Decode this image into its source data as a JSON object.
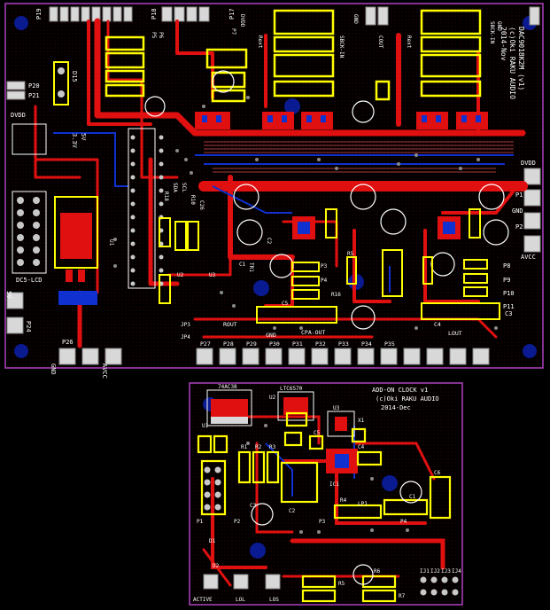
{
  "colors": {
    "background": "#000000",
    "outline": "#b040c0",
    "copper_top": "#e01010",
    "copper_bottom": "#1030d0",
    "silkscreen": "#ffff00",
    "silk_white": "#ffffff",
    "pad": "#c8c8c8",
    "via": "#8a8a8a",
    "hole": "#0a1a90"
  },
  "main_board": {
    "header_labels_top": [
      "P19",
      "P18",
      "P17"
    ],
    "left_labels": [
      "P20",
      "P21",
      "DVDD",
      "D15",
      "3.3V",
      "5V",
      "DC5-LCD",
      "5V",
      "P24",
      "P26",
      "GND",
      "AVCC"
    ],
    "title_lines": [
      "DAC9018K2M (v1)",
      "(c)Oki RAKU AUDIO",
      "2014-Nov"
    ],
    "right_labels": [
      "DVDD",
      "P1",
      "GND",
      "P2",
      "AVCC",
      "P8",
      "P9",
      "P10",
      "P11",
      "C3"
    ],
    "center_labels": [
      "TR1",
      "C5",
      "R5",
      "P3",
      "P4",
      "R16",
      "U1",
      "SDA",
      "SCL",
      "R10",
      "R18",
      "C26",
      "JP3",
      "JP4",
      "C1",
      "C2",
      "U2",
      "U3"
    ],
    "bottom_labels": [
      "P27",
      "P28",
      "P29",
      "P30",
      "P31",
      "P32",
      "P33",
      "P34",
      "P35",
      "LOUT",
      "ROUT",
      "GND",
      "CPA-OUT",
      "C4"
    ],
    "top_labels": [
      "P5",
      "P6",
      "P7",
      "DVDD",
      "GND",
      "SBCK-IN",
      "COUT",
      "SBCK-IN",
      "GND",
      "Rext",
      "Rext"
    ]
  },
  "clock_board": {
    "title_lines": [
      "ADD-ON CLOCK v1",
      "(c)Oki RAKU AUDIO",
      "2014-Dec"
    ],
    "labels": [
      "74AC38",
      "LTC6570",
      "U1",
      "U2",
      "U3",
      "C1",
      "C2",
      "C3",
      "C4",
      "C5",
      "C6",
      "P1",
      "P2",
      "P3",
      "P4",
      "R1",
      "R2",
      "R3",
      "R4",
      "R5",
      "R6",
      "R7",
      "D1",
      "D2",
      "ACTIVE",
      "LOL",
      "LOS",
      "IJ1",
      "IJ2",
      "IJ3",
      "IJ4",
      "IC1",
      "X1",
      "LP1"
    ]
  }
}
